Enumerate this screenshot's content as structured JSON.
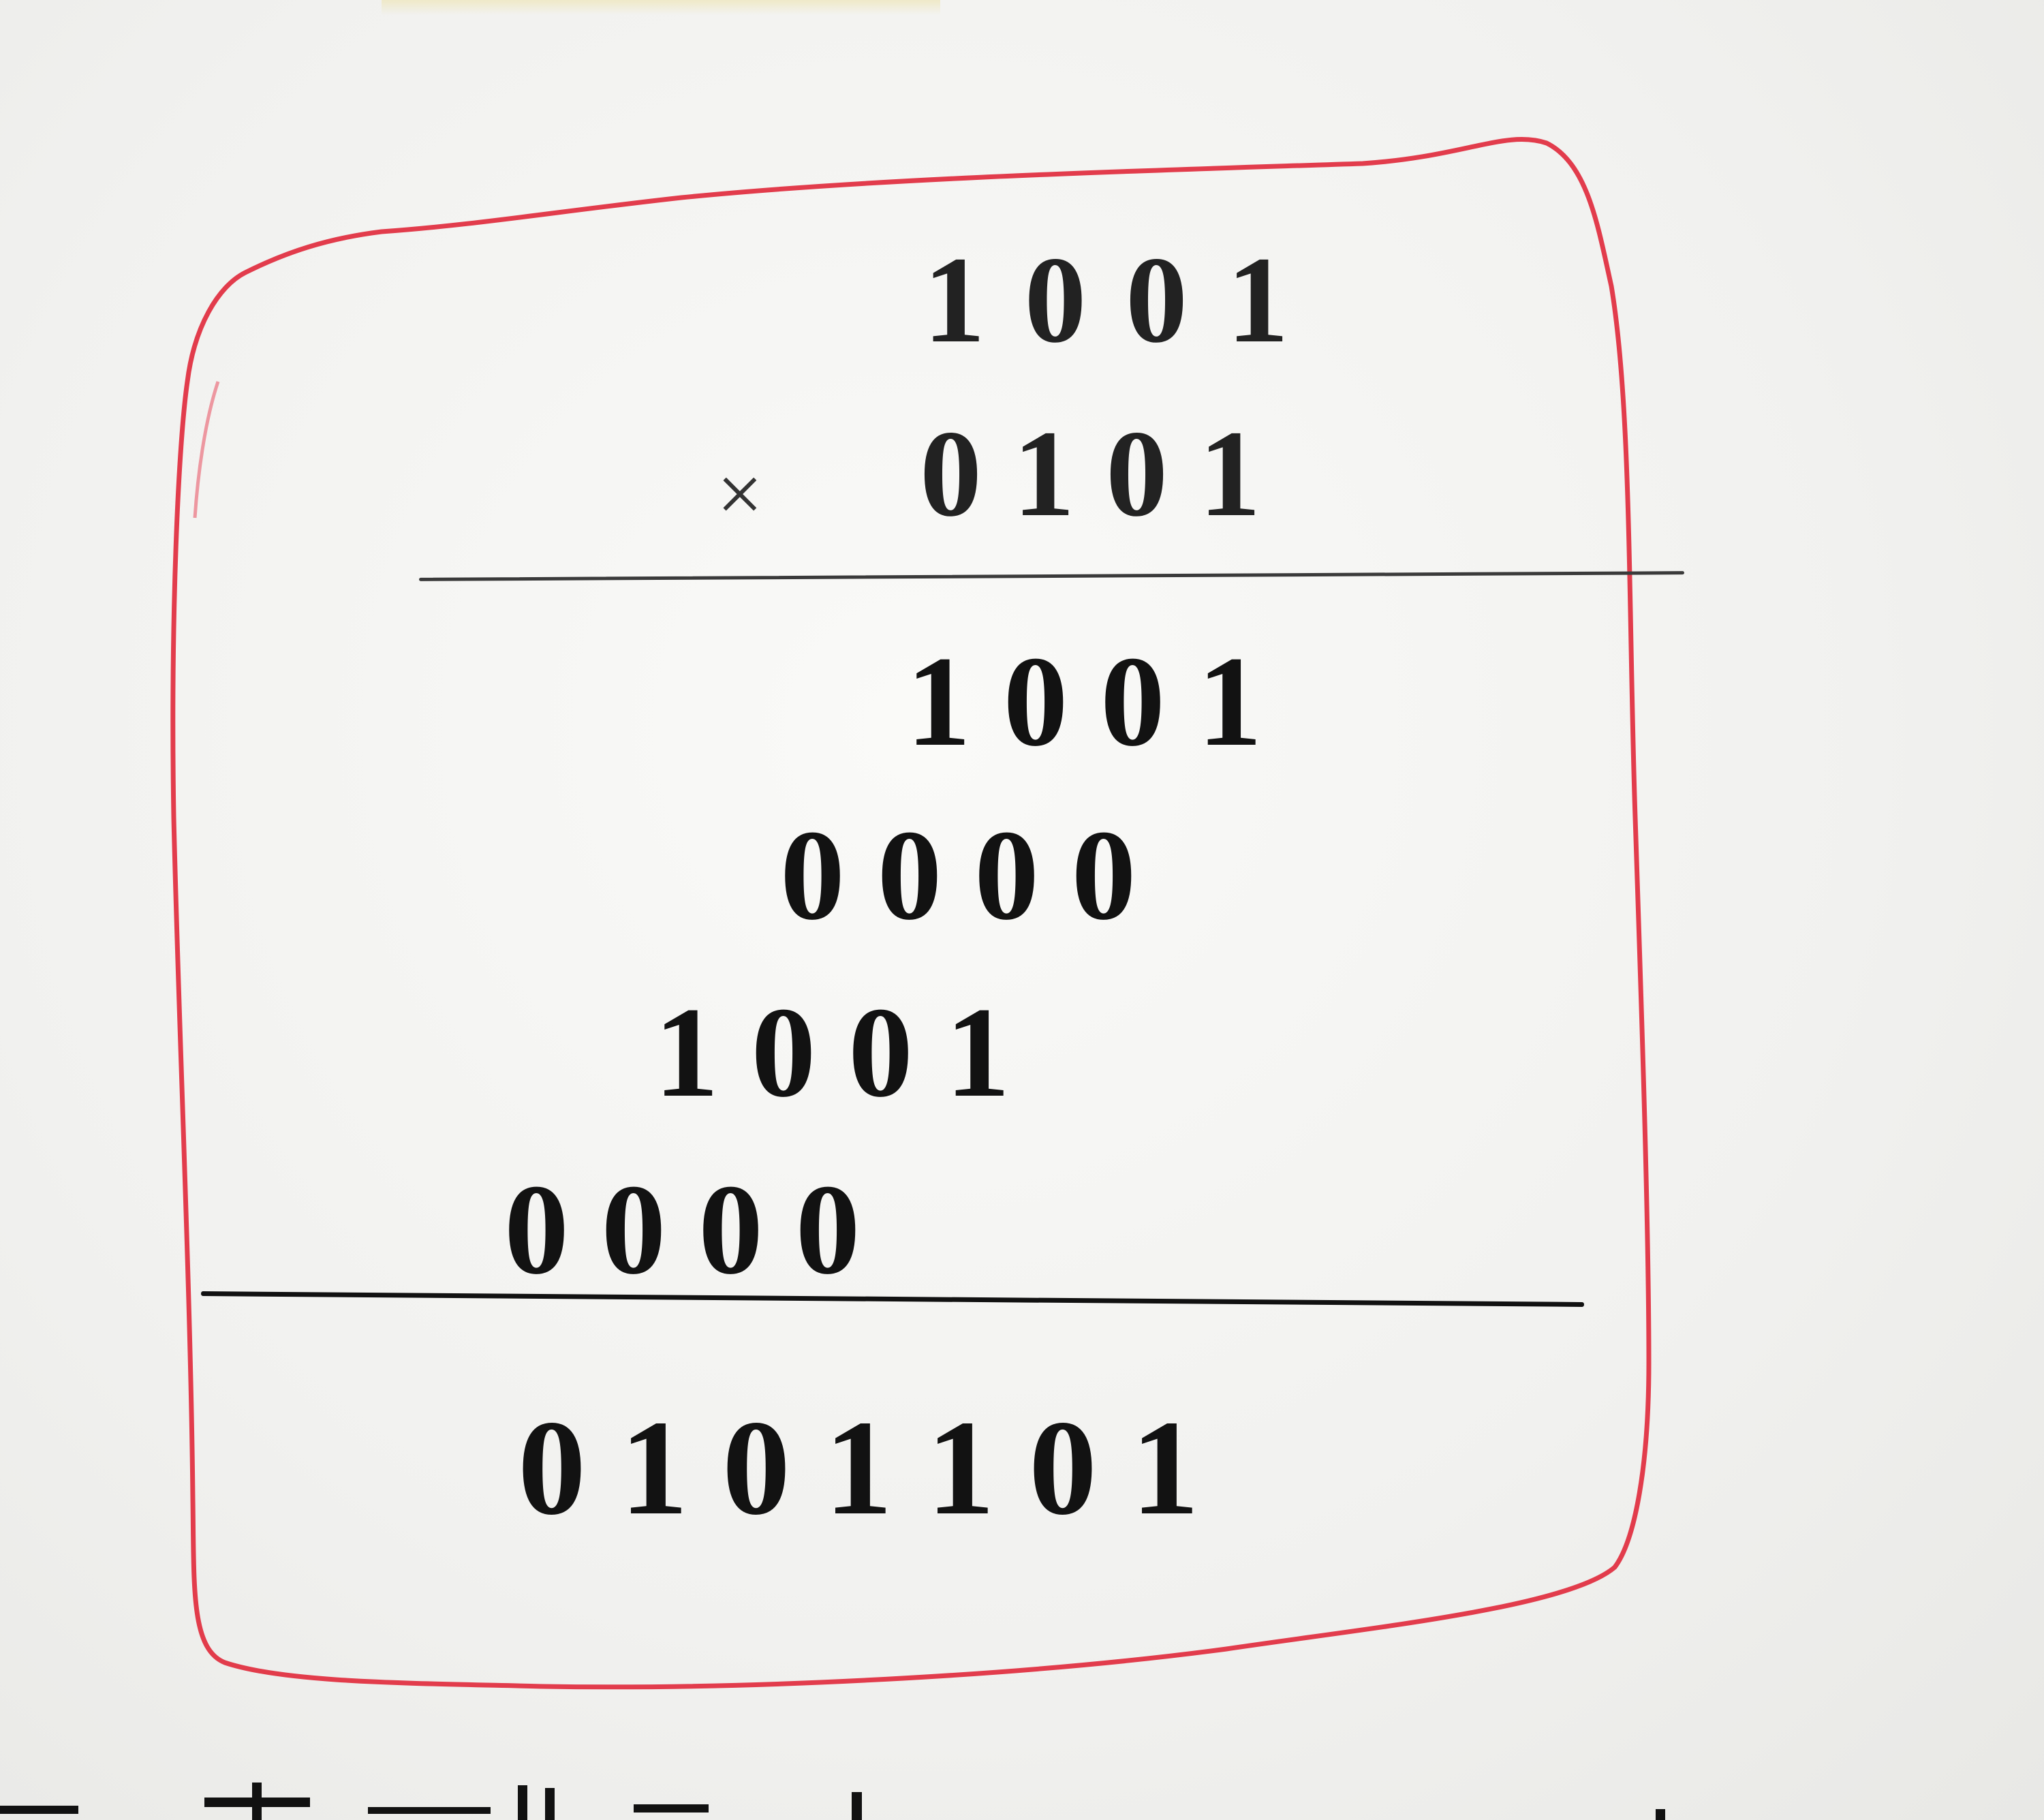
{
  "calculation": {
    "operator": "×",
    "multiplicand": "1 0 0 1",
    "multiplier": "0 1 0 1",
    "partial_products": [
      "1 0 0 1",
      "0 0 0 0",
      "1 0 0 1",
      "0 0 0 0"
    ],
    "product": "0 1 0 1 1 0 1"
  },
  "colors": {
    "ink": "#121212",
    "frame": "#e0283a",
    "paper": "#f3f3f1"
  }
}
